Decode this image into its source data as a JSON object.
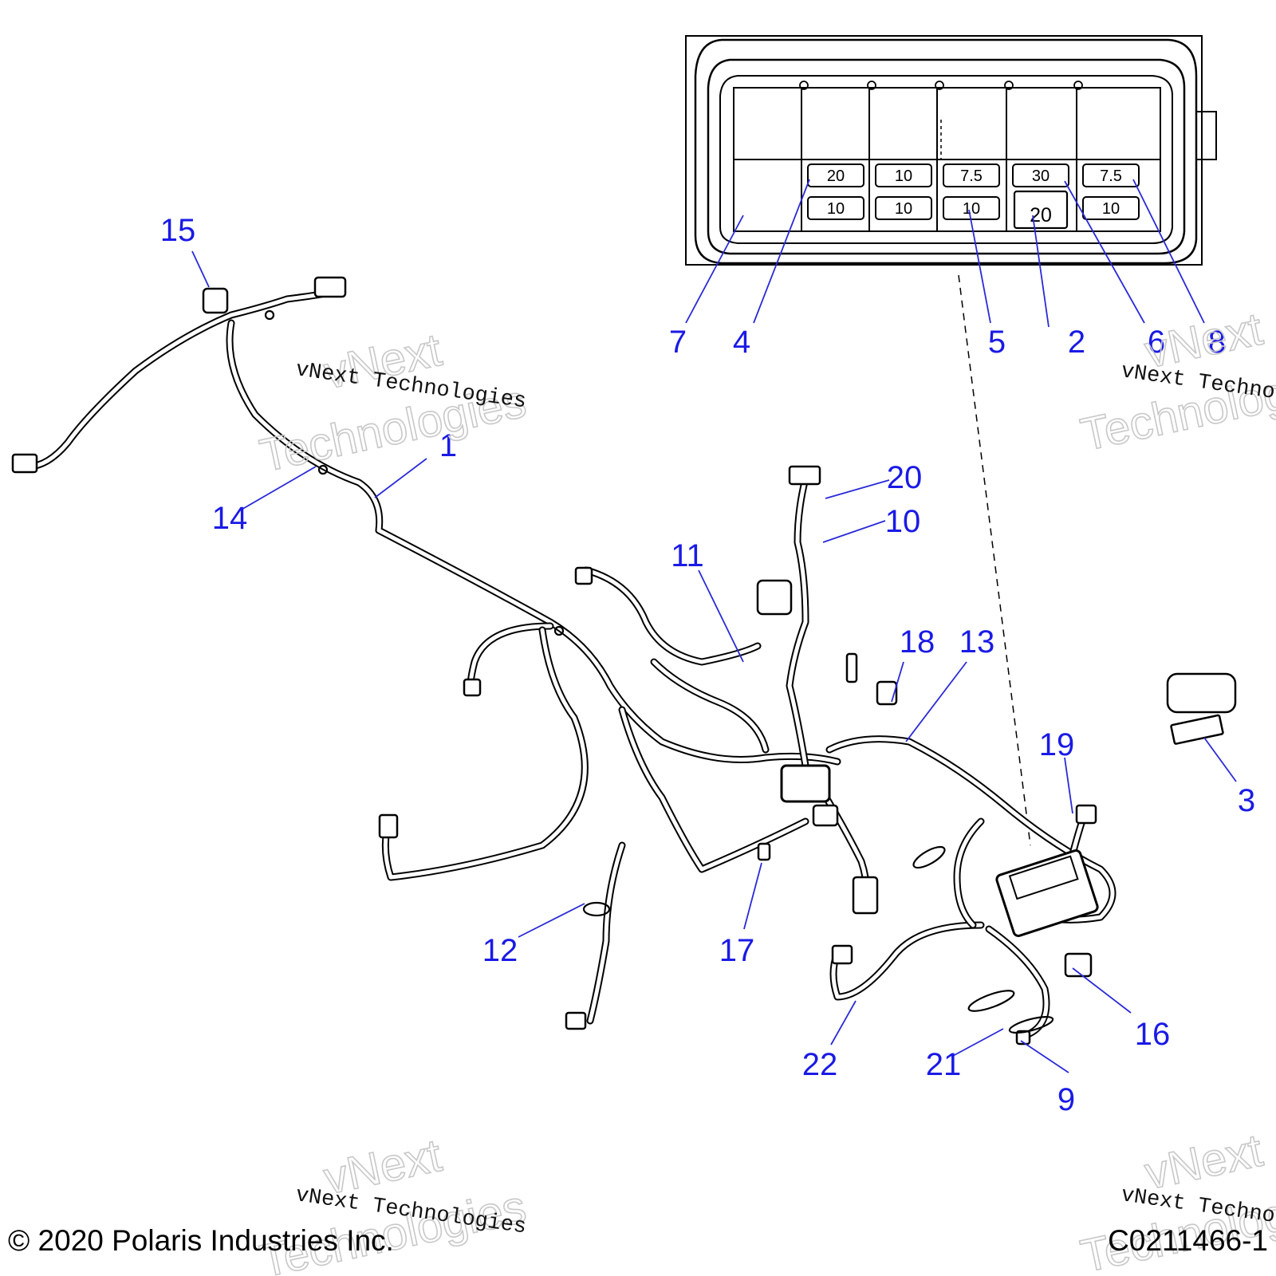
{
  "copyright": "© 2020 Polaris Industries Inc.",
  "drawing_number": "C0211466-1",
  "watermark": {
    "small": "vNext Technologies",
    "large_top": "vNext",
    "large_bottom": "Technologies"
  },
  "fuse_box": {
    "top_row": [
      "20",
      "10",
      "7.5",
      "30",
      "7.5"
    ],
    "bottom_row": [
      "10",
      "10",
      "10",
      "20",
      "10"
    ]
  },
  "callouts": [
    "1",
    "2",
    "3",
    "4",
    "5",
    "6",
    "7",
    "8",
    "9",
    "10",
    "11",
    "12",
    "13",
    "14",
    "15",
    "16",
    "17",
    "18",
    "19",
    "20",
    "21",
    "22"
  ],
  "colors": {
    "callout": "#1a1ae6",
    "line_art": "#000000",
    "watermark": "#c8c8c8"
  }
}
